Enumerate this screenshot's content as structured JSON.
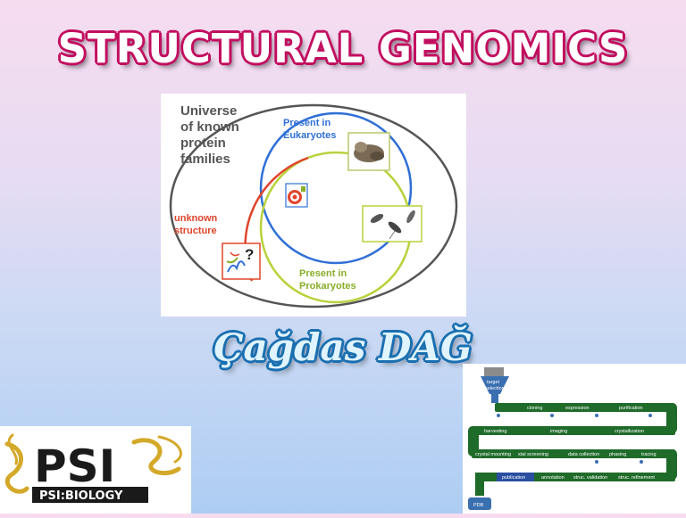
{
  "slide": {
    "title": "STRUCTURAL GENOMICS",
    "author": "Çağdas DAĞ"
  },
  "venn_figure": {
    "universe_label": [
      "Universe",
      "of known",
      "protein",
      "families"
    ],
    "eukaryotes_label": [
      "Present in",
      "Eukaryotes"
    ],
    "prokaryotes_label": [
      "Present in",
      "Prokaryotes"
    ],
    "unknown_label": [
      "unknown",
      "structure"
    ],
    "question_mark": "?",
    "colors": {
      "eukaryotes": "#2f6fd6",
      "prokaryotes": "#b8d23a",
      "unknown": "#e0452b",
      "universe": "#555555",
      "label_blue": "#2f6fd6",
      "label_red": "#e0452b",
      "label_green": "#8aae2a"
    }
  },
  "logo": {
    "text": "PSI",
    "subtitle": "PSI:BIOLOGY",
    "colors": {
      "helix": "#d4a92a",
      "text": "#1a1a1a",
      "subtitle_bg": "#1a1a1a"
    }
  },
  "pipeline": {
    "start": [
      "target",
      "selection"
    ],
    "row1": [
      "cloning",
      "expression",
      "purification"
    ],
    "row2": [
      "harvesting",
      "imaging",
      "crystallization"
    ],
    "row3": [
      "crystal mounting",
      "xtal screening",
      "data collection",
      "phasing",
      "tracing"
    ],
    "row4": [
      "publication",
      "annotation",
      "struc. validation",
      "struc. refinement"
    ],
    "end": "PDB",
    "colors": {
      "pipe": "#1f6b2a",
      "pipe_light": "#3d9a46",
      "publication": "#2a4fa0"
    }
  }
}
